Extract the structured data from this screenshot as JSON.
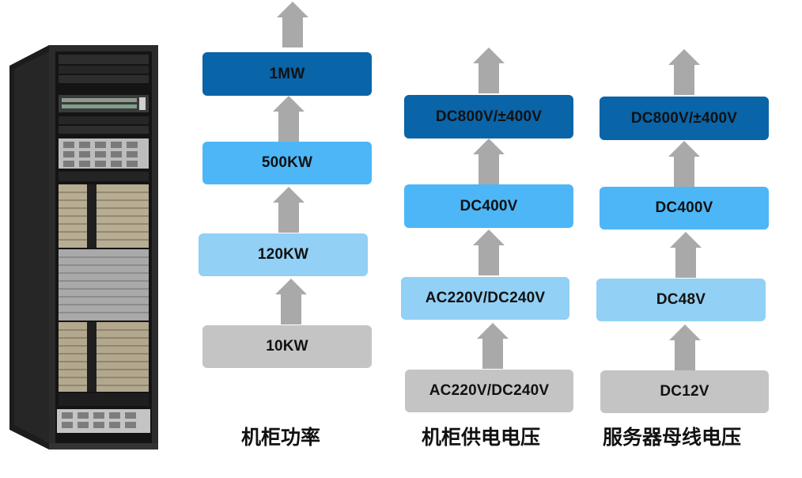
{
  "rack_image": {
    "label": "server-rack"
  },
  "columns": [
    {
      "caption": "机柜功率",
      "levels": [
        {
          "label": "10KW",
          "tier": "gray"
        },
        {
          "label": "120KW",
          "tier": "light"
        },
        {
          "label": "500KW",
          "tier": "mid"
        },
        {
          "label": "1MW",
          "tier": "dark"
        }
      ]
    },
    {
      "caption": "机柜供电电压",
      "levels": [
        {
          "label": "AC220V/DC240V",
          "tier": "gray"
        },
        {
          "label": "AC220V/DC240V",
          "tier": "light"
        },
        {
          "label": "DC400V",
          "tier": "mid"
        },
        {
          "label": "DC800V/±400V",
          "tier": "dark"
        }
      ]
    },
    {
      "caption": "服务器母线电压",
      "levels": [
        {
          "label": "DC12V",
          "tier": "gray"
        },
        {
          "label": "DC48V",
          "tier": "light"
        },
        {
          "label": "DC400V",
          "tier": "mid"
        },
        {
          "label": "DC800V/±400V",
          "tier": "dark"
        }
      ]
    }
  ],
  "colors": {
    "dark": "#0a64a8",
    "mid": "#4db6f7",
    "light": "#92d0f5",
    "gray": "#c4c4c4",
    "arrow": "#a9a9a9"
  }
}
